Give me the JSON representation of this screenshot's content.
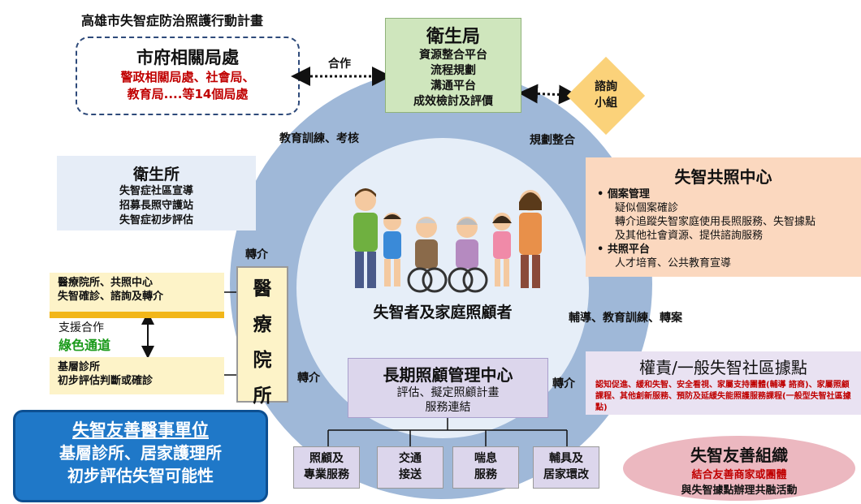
{
  "plan_title": "高雄市失智症防治照護行動計畫",
  "city_dept": {
    "title": "市府相關局處",
    "line1": "警政相關局處、社會局、",
    "line2": "教育局....等14個局處"
  },
  "health_bureau": {
    "title": "衛生局",
    "items": [
      "資源整合平台",
      "流程規劃",
      "溝通平台",
      "成效檢討及評價"
    ]
  },
  "labels": {
    "cooperation": "合作",
    "education_assessment": "教育訓練、考核",
    "planning_integration": "規劃整合",
    "referral_left": "轉介",
    "referral_mid": "轉介",
    "referral_right": "轉介",
    "guidance": "輔導、教育訓練、轉案"
  },
  "consult_group": {
    "line1": "諮詢",
    "line2": "小組"
  },
  "health_center": {
    "title": "衛生所",
    "items": [
      "失智症社區宣導",
      "招募長照守護站",
      "失智症初步評估"
    ]
  },
  "dementia_center": {
    "title": "失智共照中心",
    "bullet1": "個案管理",
    "bullet1_lines": [
      "疑似個案確診",
      "轉介追蹤失智家庭使用長照服務、失智據點",
      "及其他社會資源、提供諮詢服務"
    ],
    "bullet2": "共照平台",
    "bullet2_lines": [
      "人才培育、公共教育宣導"
    ]
  },
  "center_label": "失智者及家庭照顧者",
  "hospital_clinics": {
    "line1": "醫療院所、共照中心",
    "line2": "失智確診、諮詢及轉介"
  },
  "support": {
    "label": "支援合作",
    "green": "綠色通道"
  },
  "primary_clinic": {
    "line1": "基層診所",
    "line2": "初步評估判斷或確診"
  },
  "hospital_column": [
    "醫",
    "療",
    "院",
    "所"
  ],
  "ltc_center": {
    "title": "長期照顧管理中心",
    "line1": "評估、擬定照顧計畫",
    "line2": "服務連結"
  },
  "community_point": {
    "title": "權責/一般失智社區據點",
    "desc": "認知促進、緩和失智、安全看視、家屬支持團體(輔導 諮商)、家屬照顧課程、其他創新服務、預防及延緩失能照護服務課程(一般型失智社區據點)"
  },
  "friendly_medical": {
    "title": "失智友善醫事單位",
    "line1": "基層診所、居家護理所",
    "line2": "初步評估失智可能性"
  },
  "friendly_org": {
    "title": "失智友善組織",
    "line1": "結合友善商家或團體",
    "line2": "與失智據點辦理共融活動"
  },
  "services": [
    {
      "line1": "照顧及",
      "line2": "專業服務"
    },
    {
      "line1": "交通",
      "line2": "接送"
    },
    {
      "line1": "喘息",
      "line2": "服務"
    },
    {
      "line1": "輔具及",
      "line2": "居家環改"
    }
  ]
}
